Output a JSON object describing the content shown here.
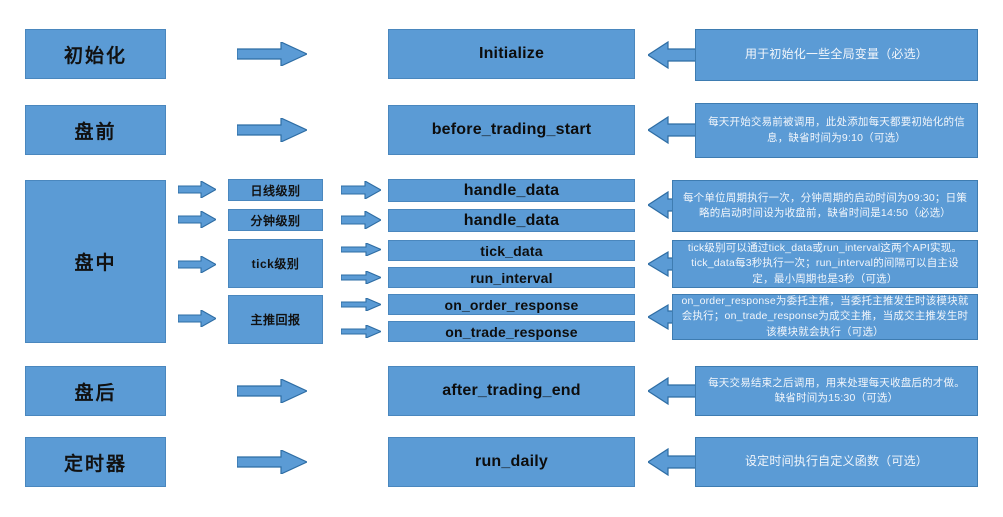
{
  "diagram": {
    "title": "Strategy Lifecycle Callback Diagram",
    "colors": {
      "box_fill": "#5B9BD5",
      "box_border": "#4A87BE",
      "arrow_fill": "#5B9BD5",
      "arrow_stroke": "#2E6DA4",
      "callout_text": "#F2F6FB",
      "box_text": "#111111",
      "background": "#FFFFFF"
    },
    "stages": [
      {
        "key": "init",
        "label": "初始化"
      },
      {
        "key": "pre",
        "label": "盘前"
      },
      {
        "key": "during",
        "label": "盘中"
      },
      {
        "key": "post",
        "label": "盘后"
      },
      {
        "key": "timer",
        "label": "定时器"
      }
    ],
    "sublevels": [
      {
        "key": "daily_level",
        "label": "日线级别"
      },
      {
        "key": "minute_level",
        "label": "分钟级别"
      },
      {
        "key": "tick_level",
        "label": "tick级别"
      },
      {
        "key": "push_report",
        "label": "主推回报"
      }
    ],
    "functions": [
      {
        "key": "initialize",
        "label": "Initialize"
      },
      {
        "key": "before_trading_start",
        "label": "before_trading_start"
      },
      {
        "key": "handle_data_daily",
        "label": "handle_data"
      },
      {
        "key": "handle_data_minute",
        "label": "handle_data"
      },
      {
        "key": "tick_data",
        "label": "tick_data"
      },
      {
        "key": "run_interval",
        "label": "run_interval"
      },
      {
        "key": "on_order_response",
        "label": "on_order_response"
      },
      {
        "key": "on_trade_response",
        "label": "on_trade_response"
      },
      {
        "key": "after_trading_end",
        "label": "after_trading_end"
      },
      {
        "key": "run_daily",
        "label": "run_daily"
      }
    ],
    "callouts": [
      {
        "key": "initialize_desc",
        "text": "用于初始化一些全局变量（必选）"
      },
      {
        "key": "before_trading_start_desc",
        "text": "每天开始交易前被调用，此处添加每天都要初始化的信息，缺省时间为9:10（可选）"
      },
      {
        "key": "handle_data_desc",
        "text": "每个单位周期执行一次，分钟周期的启动时间为09:30；日策略的启动时间设为收盘前，缺省时间是14:50（必选）"
      },
      {
        "key": "tick_desc",
        "text": "tick级别可以通过tick_data或run_interval这两个API实现。tick_data每3秒执行一次；run_interval的间隔可以自主设定，最小周期也是3秒（可选）"
      },
      {
        "key": "response_desc",
        "text": "on_order_response为委托主推，当委托主推发生时该模块就会执行；on_trade_response为成交主推，当成交主推发生时该模块就会执行（可选）"
      },
      {
        "key": "after_trading_end_desc",
        "text": "每天交易结束之后调用，用来处理每天收盘后的才做。缺省时间为15:30（可选）"
      },
      {
        "key": "run_daily_desc",
        "text": "设定时间执行自定义函数（可选）"
      }
    ]
  }
}
